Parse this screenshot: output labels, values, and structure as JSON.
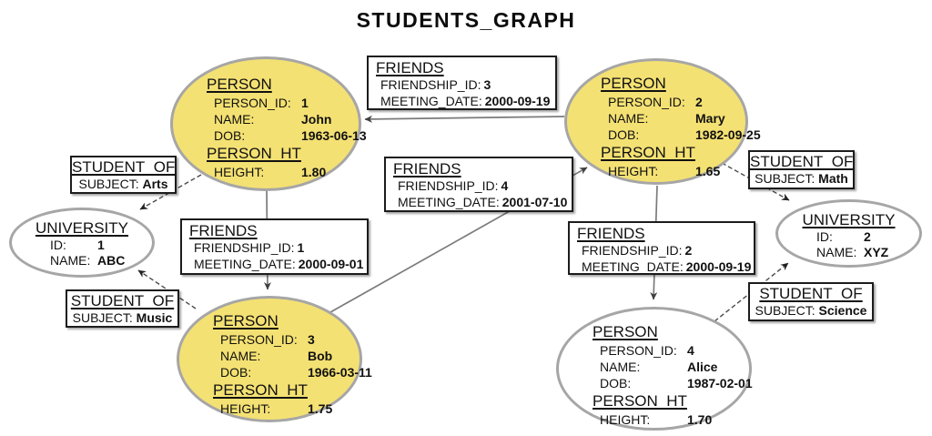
{
  "title": "STUDENTS_GRAPH",
  "colors": {
    "person_node_fill": "#F4E173",
    "university_node_fill": "#FFFFFF",
    "node_stroke": "#A6A6A6",
    "box_border": "#1C1C1C",
    "friends_edge": "#7B7B7B",
    "student_of_edge": "#4A4A4A",
    "text": "#111111",
    "background": "#FFFFFF"
  },
  "nodes": {
    "persons": [
      {
        "name": "John",
        "labels": [
          "PERSON",
          "PERSON_HT"
        ],
        "props": [
          {
            "k": "PERSON_ID:",
            "v": "1"
          },
          {
            "k": "NAME:",
            "v": "John"
          },
          {
            "k": "DOB:",
            "v": "1963-06-13"
          }
        ],
        "ht": [
          {
            "k": "HEIGHT:",
            "v": "1.80"
          }
        ]
      },
      {
        "name": "Mary",
        "labels": [
          "PERSON",
          "PERSON_HT"
        ],
        "props": [
          {
            "k": "PERSON_ID:",
            "v": "2"
          },
          {
            "k": "NAME:",
            "v": "Mary"
          },
          {
            "k": "DOB:",
            "v": "1982-09-25"
          }
        ],
        "ht": [
          {
            "k": "HEIGHT:",
            "v": "1.65"
          }
        ]
      },
      {
        "name": "Bob",
        "labels": [
          "PERSON",
          "PERSON_HT"
        ],
        "props": [
          {
            "k": "PERSON_ID:",
            "v": "3"
          },
          {
            "k": "NAME:",
            "v": "Bob"
          },
          {
            "k": "DOB:",
            "v": "1966-03-11"
          }
        ],
        "ht": [
          {
            "k": "HEIGHT:",
            "v": "1.75"
          }
        ]
      },
      {
        "name": "Alice",
        "labels": [
          "PERSON",
          "PERSON_HT"
        ],
        "props": [
          {
            "k": "PERSON_ID:",
            "v": "4"
          },
          {
            "k": "NAME:",
            "v": "Alice"
          },
          {
            "k": "DOB:",
            "v": "1987-02-01"
          }
        ],
        "ht": [
          {
            "k": "HEIGHT:",
            "v": "1.70"
          }
        ]
      }
    ],
    "universities": [
      {
        "name": "ABC",
        "label": "UNIVERSITY",
        "props": [
          {
            "k": "ID:",
            "v": "1"
          },
          {
            "k": "NAME:",
            "v": "ABC"
          }
        ]
      },
      {
        "name": "XYZ",
        "label": "UNIVERSITY",
        "props": [
          {
            "k": "ID:",
            "v": "2"
          },
          {
            "k": "NAME:",
            "v": "XYZ"
          }
        ]
      }
    ]
  },
  "edges": {
    "friends": [
      {
        "label": "FRIENDS",
        "props": [
          {
            "k": "FRIENDSHIP_ID:",
            "v": "1"
          },
          {
            "k": "MEETING_DATE:",
            "v": "2000-09-01"
          }
        ],
        "from": "John",
        "to": "Bob"
      },
      {
        "label": "FRIENDS",
        "props": [
          {
            "k": "FRIENDSHIP_ID:",
            "v": "2"
          },
          {
            "k": "MEETING_DATE:",
            "v": "2000-09-19"
          }
        ],
        "from": "Mary",
        "to": "Alice"
      },
      {
        "label": "FRIENDS",
        "props": [
          {
            "k": "FRIENDSHIP_ID:",
            "v": "3"
          },
          {
            "k": "MEETING_DATE:",
            "v": "2000-09-19"
          }
        ],
        "from": "Mary",
        "to": "John"
      },
      {
        "label": "FRIENDS",
        "props": [
          {
            "k": "FRIENDSHIP_ID:",
            "v": "4"
          },
          {
            "k": "MEETING_DATE:",
            "v": "2001-07-10"
          }
        ],
        "from": "Bob",
        "to": "Mary"
      }
    ],
    "student_of": [
      {
        "label": "STUDENT_OF",
        "prop": {
          "k": "SUBJECT:",
          "v": "Arts"
        },
        "from": "John",
        "to": "ABC"
      },
      {
        "label": "STUDENT_OF",
        "prop": {
          "k": "SUBJECT:",
          "v": "Music"
        },
        "from": "Bob",
        "to": "ABC"
      },
      {
        "label": "STUDENT_OF",
        "prop": {
          "k": "SUBJECT:",
          "v": "Math"
        },
        "from": "Mary",
        "to": "XYZ"
      },
      {
        "label": "STUDENT_OF",
        "prop": {
          "k": "SUBJECT:",
          "v": "Science"
        },
        "from": "Alice",
        "to": "XYZ"
      }
    ]
  }
}
